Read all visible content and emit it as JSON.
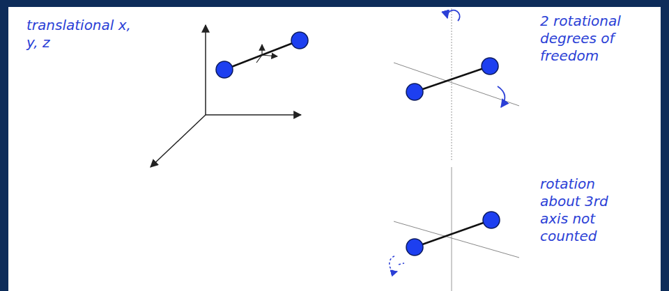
{
  "diagram": {
    "labels": [
      "translational x, y, z",
      "2 rotational degrees of freedom",
      "rotation about 3rd axis not counted"
    ]
  }
}
